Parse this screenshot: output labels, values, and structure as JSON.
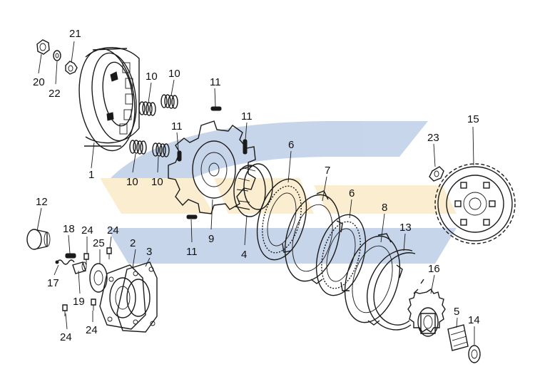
{
  "watermark": {
    "color_blue": "#3a6bb7",
    "color_yellow": "#f2c35a"
  },
  "callouts": {
    "p1": "1",
    "p2": "2",
    "p3": "3",
    "p4": "4",
    "p5": "5",
    "p6a": "6",
    "p6b": "6",
    "p7": "7",
    "p8": "8",
    "p9": "9",
    "p10a": "10",
    "p10b": "10",
    "p10c": "10",
    "p10d": "10",
    "p11a": "11",
    "p11b": "11",
    "p11c": "11",
    "p11d": "11",
    "p12": "12",
    "p13": "13",
    "p14": "14",
    "p15": "15",
    "p16": "16",
    "p17": "17",
    "p18": "18",
    "p19": "19",
    "p20": "20",
    "p21": "21",
    "p22": "22",
    "p23": "23",
    "p24a": "24",
    "p24b": "24",
    "p24c": "24",
    "p24d": "24",
    "p25": "25"
  }
}
